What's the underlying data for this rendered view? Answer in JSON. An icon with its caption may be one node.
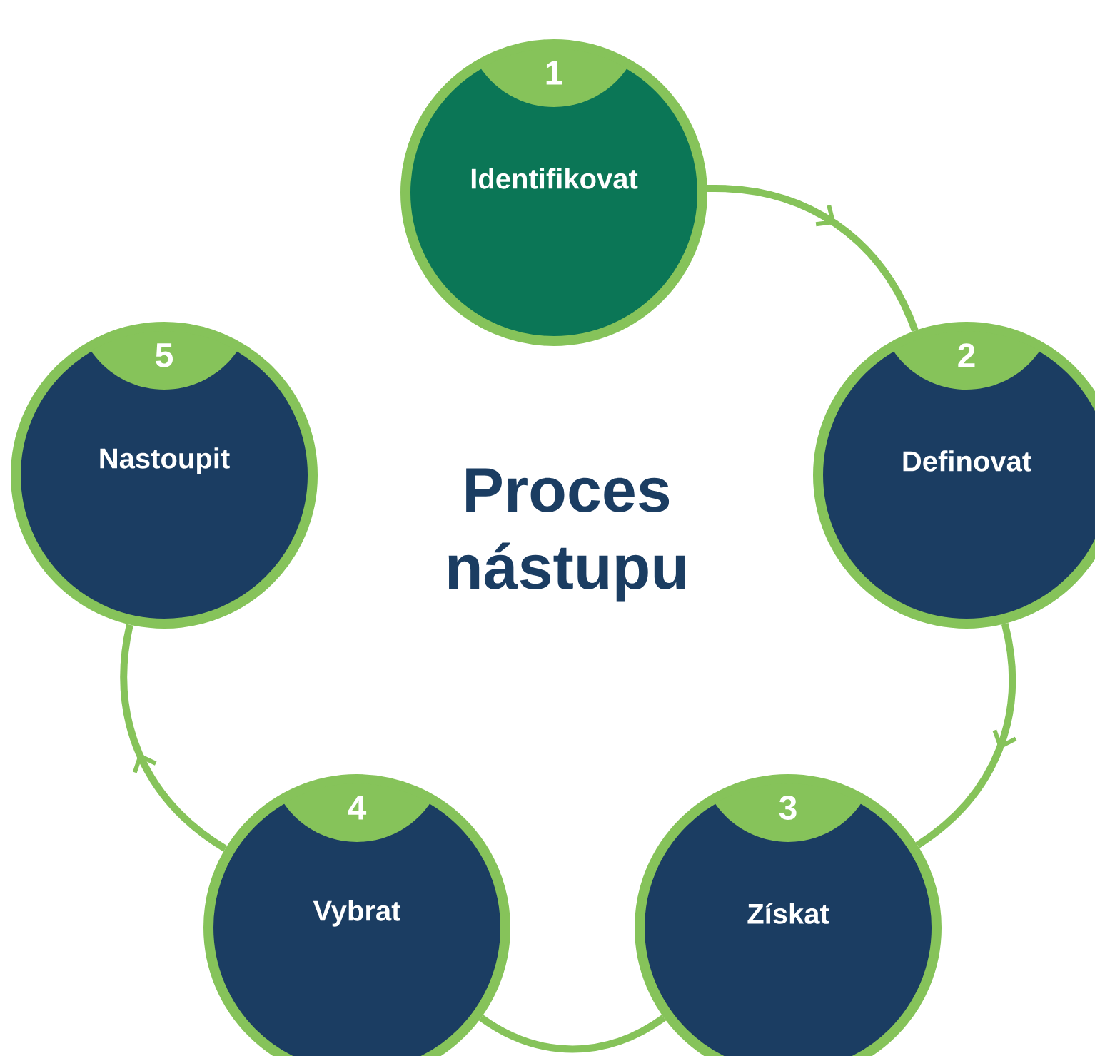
{
  "diagram": {
    "title": "Proces nástupu",
    "nodes": [
      {
        "text": [
          "1",
          "Identifikovat"
        ]
      },
      {
        "text": [
          "2",
          "Definovat"
        ]
      },
      {
        "text": [
          "3",
          "Získat"
        ]
      },
      {
        "text": [
          "4",
          "Vybrat"
        ]
      },
      {
        "text": [
          "5",
          "Nastoupit"
        ]
      }
    ],
    "edges": [
      {
        "from": 0,
        "to": 1,
        "arrow": "to"
      },
      {
        "from": 1,
        "to": 2,
        "arrow": "to"
      },
      {
        "from": 2,
        "to": 3,
        "arrow": "none"
      },
      {
        "from": 3,
        "to": 4,
        "arrow": "to"
      }
    ]
  }
}
